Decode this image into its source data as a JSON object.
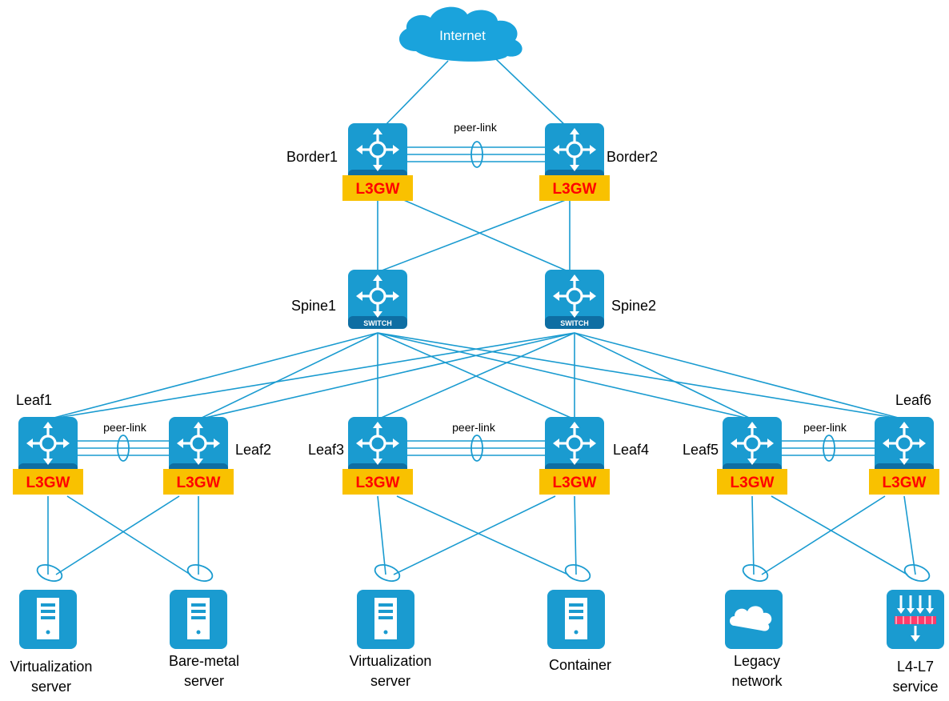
{
  "internet": {
    "label": "Internet"
  },
  "labels": {
    "peer_link": "peer-link",
    "l3gw": "L3GW",
    "switch": "SWITCH"
  },
  "border": [
    {
      "name": "Border1"
    },
    {
      "name": "Border2"
    }
  ],
  "spine": [
    {
      "name": "Spine1"
    },
    {
      "name": "Spine2"
    }
  ],
  "leaf": [
    {
      "name": "Leaf1"
    },
    {
      "name": "Leaf2"
    },
    {
      "name": "Leaf3"
    },
    {
      "name": "Leaf4"
    },
    {
      "name": "Leaf5"
    },
    {
      "name": "Leaf6"
    }
  ],
  "endpoints": [
    {
      "line1": "Virtualization",
      "line2": "server",
      "kind": "server"
    },
    {
      "line1": "Bare-metal",
      "line2": "server",
      "kind": "server"
    },
    {
      "line1": "Virtualization",
      "line2": "server",
      "kind": "server"
    },
    {
      "line1": "Container",
      "line2": "",
      "kind": "server"
    },
    {
      "line1": "Legacy",
      "line2": "network",
      "kind": "cloud"
    },
    {
      "line1": "L4-L7",
      "line2": "service",
      "kind": "firewall"
    }
  ],
  "colors": {
    "device_blue": "#1a9bd0",
    "device_dark": "#0e6ea3",
    "gw_badge": "#f9c100",
    "gw_text": "#ff0000"
  }
}
